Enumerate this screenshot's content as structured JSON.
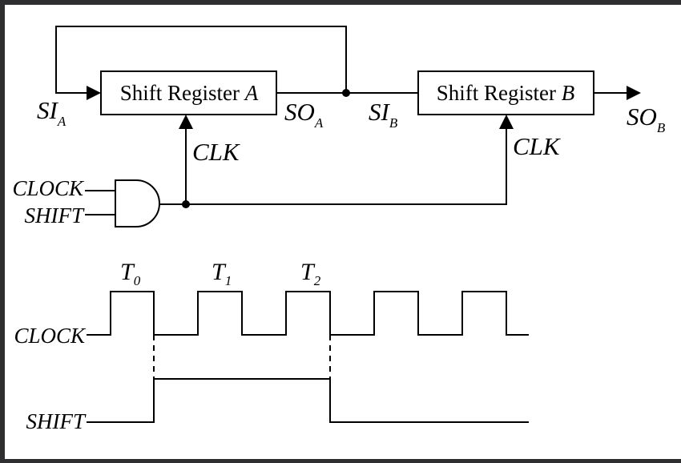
{
  "registers": {
    "a": {
      "label_text": "Shift Register",
      "label_letter": "A"
    },
    "b": {
      "label_text": "Shift Register",
      "label_letter": "B"
    }
  },
  "signals": {
    "si_a": {
      "main": "SI",
      "sub": "A"
    },
    "so_a": {
      "main": "SO",
      "sub": "A"
    },
    "si_b": {
      "main": "SI",
      "sub": "B"
    },
    "so_b": {
      "main": "SO",
      "sub": "B"
    },
    "clk_a": "CLK",
    "clk_b": "CLK"
  },
  "gate_inputs": {
    "clock": "CLOCK",
    "shift": "SHIFT"
  },
  "timing": {
    "clock_label": "CLOCK",
    "shift_label": "SHIFT",
    "pulses": [
      {
        "main": "T",
        "sub": "0"
      },
      {
        "main": "T",
        "sub": "1"
      },
      {
        "main": "T",
        "sub": "2"
      }
    ]
  }
}
